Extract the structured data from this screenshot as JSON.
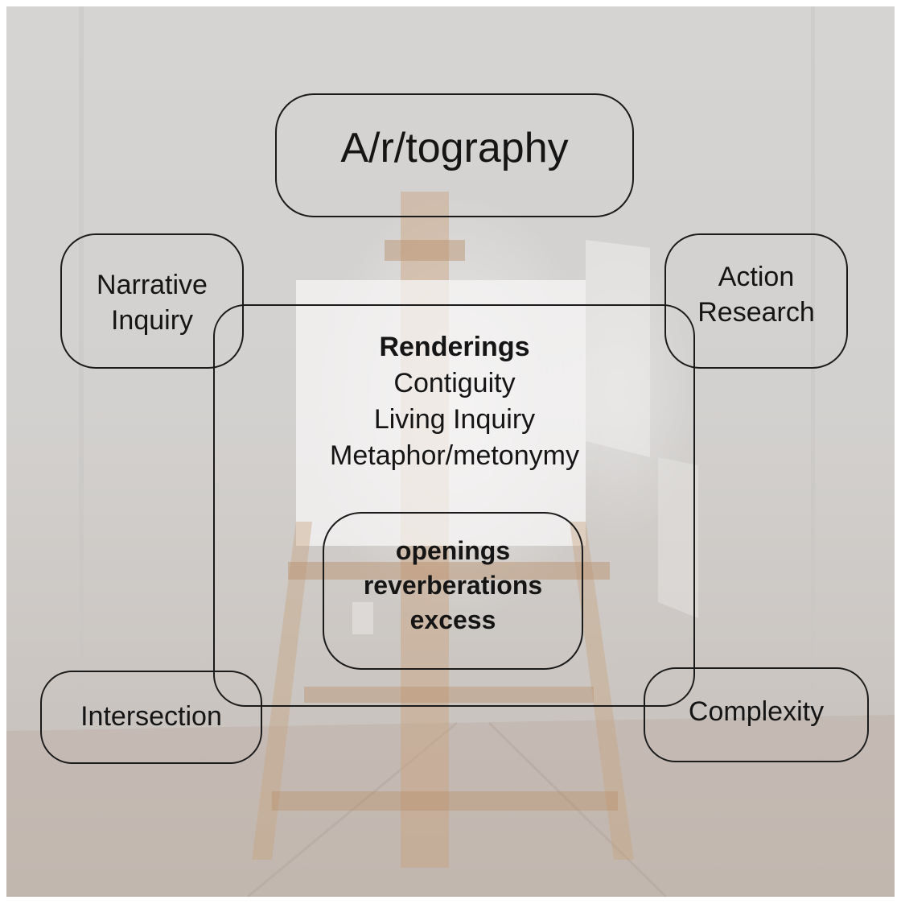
{
  "title": "A/r/tography",
  "corners": {
    "top_left": [
      "Narrative",
      "Inquiry"
    ],
    "top_right": [
      "Action",
      "Research"
    ],
    "bottom_left": "Intersection",
    "bottom_right": "Complexity"
  },
  "renderings": {
    "heading": "Renderings",
    "items": [
      "Contiguity",
      "Living Inquiry",
      "Metaphor/metonymy"
    ]
  },
  "inner": [
    "openings",
    "reverberations",
    "excess"
  ],
  "colors": {
    "stroke": "#1b1b1b",
    "text": "#151515",
    "background": "#d3d1cf",
    "easel_wood": "#c9a27e"
  }
}
